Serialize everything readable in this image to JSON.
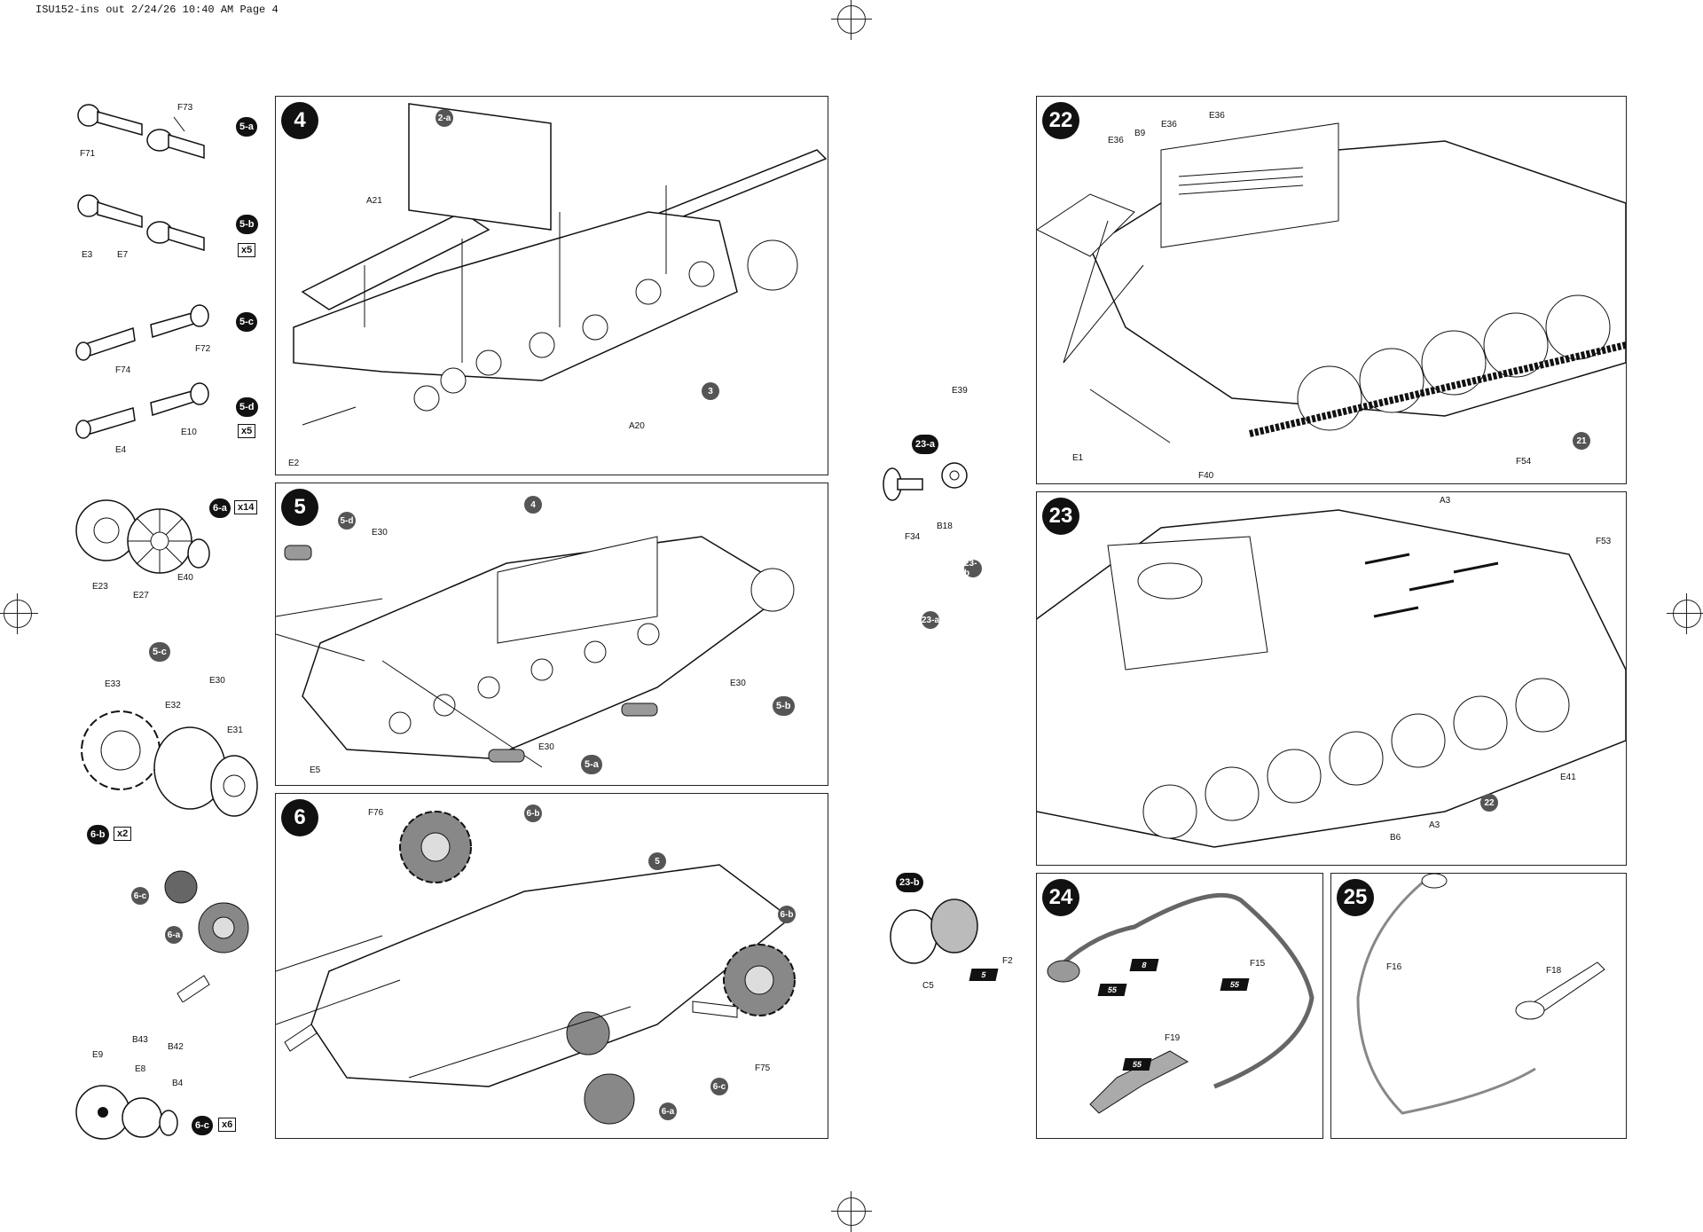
{
  "header": {
    "text": "ISU152-ins out  2/24/26  10:40 AM  Page 4"
  },
  "left_page": {
    "subassemblies": [
      {
        "badge": "5-a",
        "parts": [
          "F73",
          "F71"
        ]
      },
      {
        "badge": "5-b",
        "mult": "x5",
        "parts": [
          "E3",
          "E7"
        ]
      },
      {
        "badge": "5-c",
        "parts": [
          "F72",
          "F74"
        ]
      },
      {
        "badge": "5-d",
        "mult": "x5",
        "parts": [
          "E10",
          "E4"
        ]
      },
      {
        "badge": "6-a",
        "mult": "x14",
        "parts": [
          "E23",
          "E27",
          "E40"
        ]
      },
      {
        "badge": "6-b",
        "mult": "x2",
        "parts": [
          "E33",
          "E32",
          "E31"
        ]
      },
      {
        "badge": "6-c",
        "mult": "x6",
        "parts": [
          "E9",
          "E8",
          "B4"
        ]
      }
    ],
    "step4": {
      "number": "4",
      "labels": [
        "2-a",
        "A21",
        "A20",
        "3",
        "E2"
      ]
    },
    "step5": {
      "number": "5",
      "labels": [
        "4",
        "5-d",
        "E30",
        "5-c",
        "E30",
        "E30",
        "5-b",
        "E30",
        "5-a",
        "E5"
      ]
    },
    "step6": {
      "number": "6",
      "labels": [
        "F76",
        "6-b",
        "5",
        "6-b",
        "6-c",
        "6-a",
        "B43",
        "B42",
        "6-c",
        "6-a",
        "F75"
      ]
    }
  },
  "right_page": {
    "sub23a": {
      "badge": "23-a",
      "parts": [
        "F34",
        "B18"
      ]
    },
    "sub23b": {
      "badge": "23-b",
      "parts": [
        "C5",
        "F2"
      ],
      "star": "5"
    },
    "step22": {
      "number": "22",
      "labels": [
        "E36",
        "B9",
        "E36",
        "E36",
        "E39",
        "E1",
        "F40",
        "F54",
        "21"
      ]
    },
    "step23": {
      "number": "23",
      "labels": [
        "A3",
        "F53",
        "23-b",
        "23-a",
        "E41",
        "22",
        "B6",
        "A3"
      ]
    },
    "step24": {
      "number": "24",
      "labels": [
        "F15",
        "F19"
      ],
      "stars": [
        "8",
        "55",
        "55",
        "55"
      ]
    },
    "step25": {
      "number": "25",
      "labels": [
        "F16",
        "F18"
      ]
    }
  },
  "colors": {
    "ink": "#111111",
    "badge_grey": "#555555",
    "paper": "#ffffff"
  }
}
